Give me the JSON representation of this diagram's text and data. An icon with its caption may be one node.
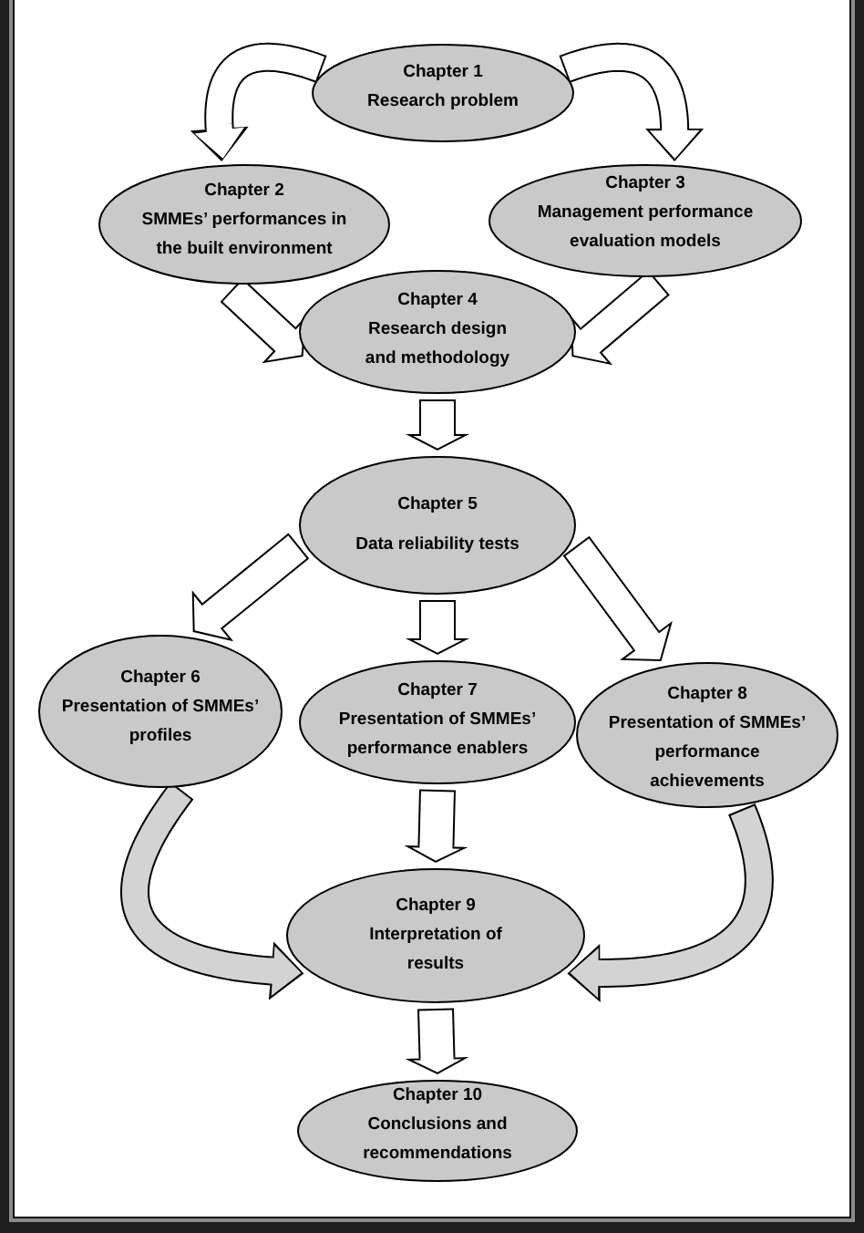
{
  "diagram": {
    "nodes": [
      {
        "text": [
          "Chapter 1",
          "Research problem"
        ]
      },
      {
        "text": [
          "Chapter 2",
          "SMMEs’ performances in the built environment"
        ]
      },
      {
        "text": [
          "Chapter 3",
          "Management performance evaluation models"
        ]
      },
      {
        "text": [
          "Chapter 4",
          "Research design and methodology"
        ]
      },
      {
        "text": [
          "Chapter 5",
          "Data reliability tests"
        ]
      },
      {
        "text": [
          "Chapter 6",
          "Presentation of SMMEs’ profiles"
        ]
      },
      {
        "text": [
          "Chapter 7",
          "Presentation of SMMEs’ performance enablers"
        ]
      },
      {
        "text": [
          "Chapter 8",
          "Presentation of SMMEs’ performance achievements"
        ]
      },
      {
        "text": [
          "Chapter 9",
          "Interpretation of results"
        ]
      },
      {
        "text": [
          "Chapter 10",
          "Conclusions and recommendations"
        ]
      }
    ],
    "edges": [
      {
        "from": 0,
        "to": 1,
        "arrow": "to"
      },
      {
        "from": 0,
        "to": 2,
        "arrow": "to"
      },
      {
        "from": 1,
        "to": 3,
        "arrow": "to"
      },
      {
        "from": 2,
        "to": 3,
        "arrow": "to"
      },
      {
        "from": 3,
        "to": 4,
        "arrow": "to"
      },
      {
        "from": 4,
        "to": 5,
        "arrow": "to"
      },
      {
        "from": 4,
        "to": 6,
        "arrow": "to"
      },
      {
        "from": 4,
        "to": 7,
        "arrow": "to"
      },
      {
        "from": 5,
        "to": 8,
        "arrow": "to",
        "color": "#d3d3d3"
      },
      {
        "from": 6,
        "to": 8,
        "arrow": "to"
      },
      {
        "from": 7,
        "to": 8,
        "arrow": "to",
        "color": "#d3d3d3"
      },
      {
        "from": 8,
        "to": 9,
        "arrow": "to"
      }
    ]
  }
}
